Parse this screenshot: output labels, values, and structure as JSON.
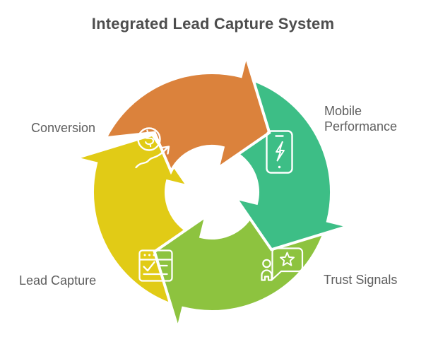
{
  "title": "Integrated Lead Capture System",
  "colors": {
    "title_text": "#4D4D4D",
    "label_text": "#5E5E5E",
    "outline": "#FFFFFF",
    "background": "#FFFFFF"
  },
  "chart_data": {
    "type": "cycle-diagram",
    "title": "Integrated Lead Capture System",
    "direction": "clockwise",
    "outline": "#FFFFFF",
    "segments": [
      {
        "label": "Conversion",
        "icon": "dollar-growth-icon",
        "color": "#DB823C",
        "start": 305,
        "end": 395,
        "position": "top-left"
      },
      {
        "label": "Mobile Performance",
        "icon": "phone-lightning-icon",
        "color": "#3DBE86",
        "start": 35,
        "end": 125,
        "position": "top-right"
      },
      {
        "label": "Trust Signals",
        "icon": "person-review-icon",
        "color": "#8DC33F",
        "start": 125,
        "end": 215,
        "position": "bottom-right"
      },
      {
        "label": "Lead Capture",
        "icon": "form-checklist-icon",
        "color": "#E1CB16",
        "start": 215,
        "end": 305,
        "position": "bottom-left"
      }
    ]
  }
}
